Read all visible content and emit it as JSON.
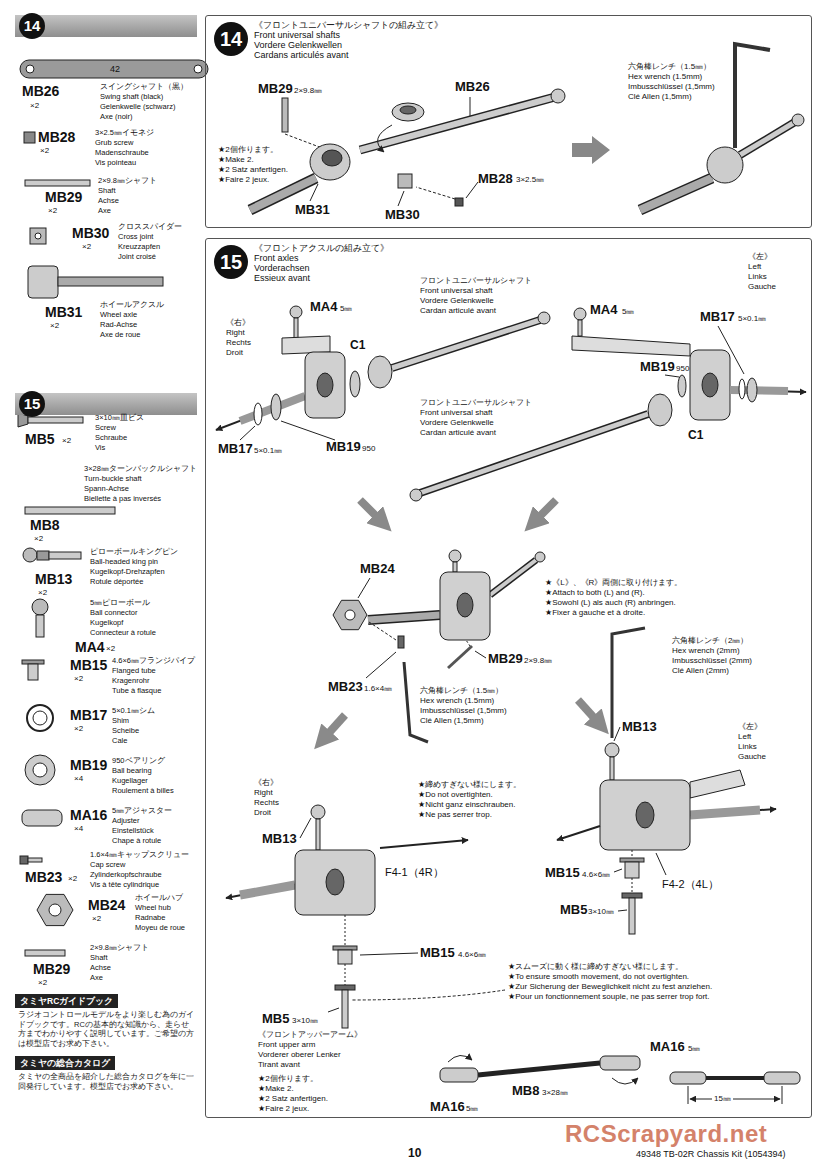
{
  "diagram": {
    "nodes": [
      {
        "text": [
          "14"
        ]
      },
      {
        "text": [
          "14",
          "《フロントユニバーサルシャフトの組み立て》",
          "Front universal shafts",
          "Vordere Gelenkwellen",
          "Cardans articulés avant"
        ]
      },
      {
        "text": [
          "15"
        ]
      },
      {
        "text": [
          "15",
          "《フロントアクスルの組み立て》",
          "Front axles",
          "Vorderachsen",
          "Essieux avant"
        ]
      },
      {
        "text": [
          "タミヤRCガイドブック",
          "ラジオコントロールモデルをより楽しむ為のガイドブックです。RCの基本的な知識から、走らせ方までわかりやすく説明しています。ご希望の方は模型店でお求め下さい。"
        ]
      },
      {
        "text": [
          "タミヤの総合カタログ",
          "タミヤの全商品を紹介した総合カタログを年に一回発行しています。模型店でお求め下さい。"
        ]
      }
    ],
    "labels": [
      "42",
      "MB26",
      "×2",
      "スイングシャフト（黒）",
      "Swing shaft (black)",
      "Gelenkwelle (schwarz)",
      "Axe (noir)",
      "MB28",
      "×2",
      "3×2.5㎜イモネジ",
      "Grub screw",
      "Madenschraube",
      "Vis pointeau",
      "MB29",
      "×2",
      "2×9.8㎜シャフト",
      "Shaft",
      "Achse",
      "Axe",
      "MB30",
      "×2",
      "クロススパイダー",
      "Cross joint",
      "Kreuzzapfen",
      "Joint croisé",
      "MB31",
      "×2",
      "ホイールアクスル",
      "Wheel axle",
      "Rad-Achse",
      "Axe de roue",
      "MB5",
      "×2",
      "3×10㎜皿ビス",
      "Screw",
      "Schraube",
      "Vis",
      "MB8",
      "×2",
      "3×28㎜ターンバックルシャフト",
      "Turn-buckle shaft",
      "Spann-Achse",
      "Biellette à pas inversés",
      "MB13",
      "×2",
      "ピローボールキングピン",
      "Ball-headed king pin",
      "Kugelkopf-Drehzapfen",
      "Rotule déportée",
      "MA4",
      "×2",
      "5㎜ピローボール",
      "Ball connector",
      "Kugelkopf",
      "Connecteur à rotule",
      "MB15",
      "×2",
      "4.6×6㎜フランジパイプ",
      "Flanged tube",
      "Kragenrohr",
      "Tube à flasque",
      "MB17",
      "×2",
      "5×0.1㎜シム",
      "Shim",
      "Scheibe",
      "Cale",
      "MB19",
      "×4",
      "950ベアリング",
      "Ball bearing",
      "Kugellager",
      "Roulement à billes",
      "MA16",
      "×4",
      "5㎜アジャスター",
      "Adjuster",
      "Einstellstück",
      "Chape à rotule",
      "MB23",
      "×2",
      "1.6×4㎜キャップスクリュー",
      "Cap screw",
      "Zylinderkopfschraube",
      "Vis à tête cylindrique",
      "MB24",
      "×2",
      "ホイールハブ",
      "Wheel hub",
      "Radnabe",
      "Moyeu de roue",
      "MB29",
      "×2",
      "2×9.8㎜シャフト",
      "Shaft",
      "Achse",
      "Axe",
      "MB29",
      "2×9.8㎜",
      "★2個作ります。",
      "★Make 2.",
      "★2 Satz anfertigen.",
      "★Faire 2 jeux.",
      "MB26",
      "MB31",
      "MB30",
      "MB28",
      "3×2.5㎜",
      "六角棒レンチ（1.5㎜）",
      "Hex wrench (1.5mm)",
      "Imbusschlüssel (1,5mm)",
      "Clé Allen (1,5mm)",
      "《右》",
      "Right",
      "Rechts",
      "Droit",
      "MA4",
      "5㎜",
      "C1",
      "フロントユニバーサルシャフト",
      "Front universal shaft",
      "Vordere Gelenkwelle",
      "Cardan articulé avant",
      "《左》",
      "Left",
      "Links",
      "Gauche",
      "MA4",
      "5㎜",
      "MB17",
      "5×0.1㎜",
      "MB19",
      "950",
      "MB17",
      "5×0.1㎜",
      "MB19",
      "950",
      "フロントユニバーサルシャフト",
      "Front universal shaft",
      "Vordere Gelenkwelle",
      "Cardan articulé avant",
      "C1",
      "MB24",
      "★《L》、《R》両側に取り付けます。",
      "★Attach to both (L) and (R).",
      "★Sowohl (L) als auch (R) anbringen.",
      "★Fixer à gauche et à droite.",
      "MB29",
      "2×9.8㎜",
      "MB23",
      "1.6×4㎜",
      "六角棒レンチ（1.5㎜）",
      "Hex wrench (1.5mm)",
      "Imbusschlüssel (1,5mm)",
      "Clé Allen (1,5mm)",
      "六角棒レンチ（2㎜）",
      "Hex wrench (2mm)",
      "Imbusschlüssel (2mm)",
      "Clé Allen (2mm)",
      "MB13",
      "《左》",
      "Left",
      "Links",
      "Gauche",
      "《右》",
      "Right",
      "Rechts",
      "Droit",
      "MB13",
      "★締めすぎない様にします。",
      "★Do not overtighten.",
      "★Nicht ganz einschrauben.",
      "★Ne pas serrer trop.",
      "F4-1（4R）",
      "F4-2（4L）",
      "MB15",
      "4.6×6㎜",
      "MB5",
      "3×10㎜",
      "MB15",
      "4.6×6㎜",
      "MB5",
      "3×10㎜",
      "★スムーズに動く様に締めすぎない様にします。",
      "★To ensure smooth movement, do not overtighten.",
      "★Zur Sicherung der Beweglichkeit nicht zu fest anziehen.",
      "★Pour un fonctionnement souple, ne pas serrer trop fort.",
      "《フロントアッパーアーム》",
      "Front upper arm",
      "Vorderer oberer Lenker",
      "Tirant avant",
      "★2個作ります。",
      "★Make 2.",
      "★2 Satz anfertigen.",
      "★Faire 2 jeux.",
      "MA16",
      "5㎜",
      "MB8",
      "3×28㎜",
      "MA16",
      "5㎜",
      "15㎜",
      "10",
      "49348 TB-02R Chassis Kit (1054394)",
      "RCScrapyard.net"
    ]
  }
}
